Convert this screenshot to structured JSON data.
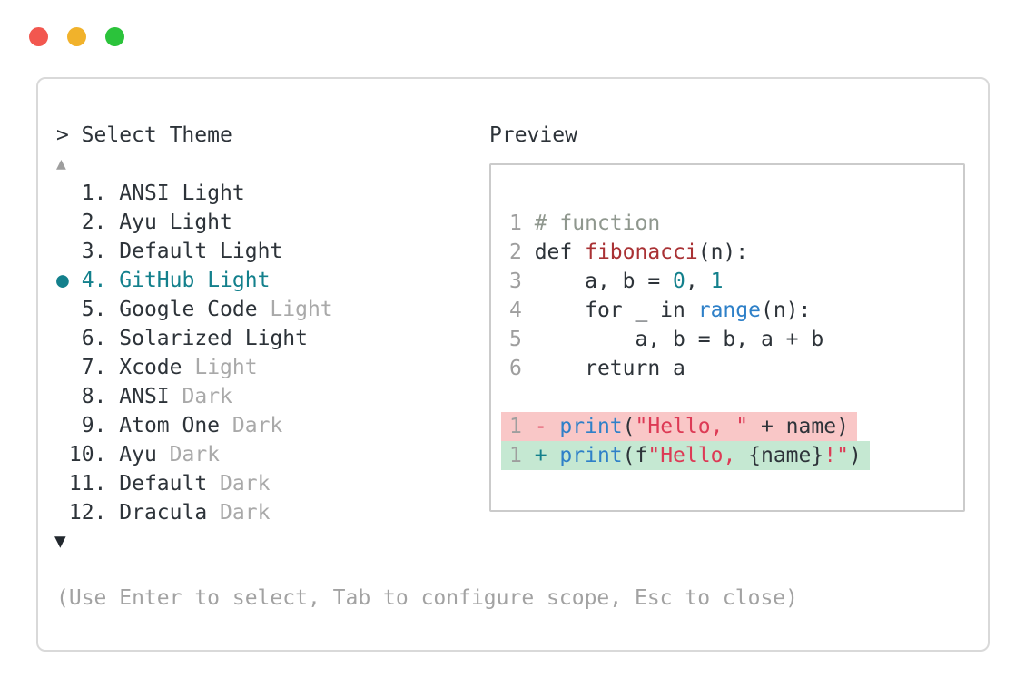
{
  "window": {
    "traffic_lights": [
      {
        "name": "close",
        "color": "#f2574f"
      },
      {
        "name": "minimize",
        "color": "#f1b22b"
      },
      {
        "name": "maximize",
        "color": "#2bc33b"
      }
    ]
  },
  "theme_picker": {
    "prompt_symbol": ">",
    "title": "Select Theme",
    "scroll_up_indicator": "▲",
    "scroll_down_indicator": "▼",
    "selected_bullet": "●",
    "items": [
      {
        "num": "1",
        "name": "ANSI",
        "variant": "Light",
        "variant_dim": false,
        "selected": false
      },
      {
        "num": "2",
        "name": "Ayu",
        "variant": "Light",
        "variant_dim": false,
        "selected": false
      },
      {
        "num": "3",
        "name": "Default",
        "variant": "Light",
        "variant_dim": false,
        "selected": false
      },
      {
        "num": "4",
        "name": "GitHub",
        "variant": "Light",
        "variant_dim": false,
        "selected": true
      },
      {
        "num": "5",
        "name": "Google Code",
        "variant": "Light",
        "variant_dim": true,
        "selected": false
      },
      {
        "num": "6",
        "name": "Solarized",
        "variant": "Light",
        "variant_dim": false,
        "selected": false
      },
      {
        "num": "7",
        "name": "Xcode",
        "variant": "Light",
        "variant_dim": true,
        "selected": false
      },
      {
        "num": "8",
        "name": "ANSI",
        "variant": "Dark",
        "variant_dim": true,
        "selected": false
      },
      {
        "num": "9",
        "name": "Atom One",
        "variant": "Dark",
        "variant_dim": true,
        "selected": false
      },
      {
        "num": "10",
        "name": "Ayu",
        "variant": "Dark",
        "variant_dim": true,
        "selected": false
      },
      {
        "num": "11",
        "name": "Default",
        "variant": "Dark",
        "variant_dim": true,
        "selected": false
      },
      {
        "num": "12",
        "name": "Dracula",
        "variant": "Dark",
        "variant_dim": true,
        "selected": false
      }
    ],
    "footer_hint": "(Use Enter to select, Tab to configure scope, Esc to close)"
  },
  "preview": {
    "label": "Preview",
    "code_lines": [
      {
        "type": "code",
        "num": "1",
        "segments": [
          {
            "t": "# function",
            "c": "comment"
          }
        ]
      },
      {
        "type": "code",
        "num": "2",
        "segments": [
          {
            "t": "def ",
            "c": "d"
          },
          {
            "t": "fibonacci",
            "c": "func"
          },
          {
            "t": "(n):",
            "c": "d"
          }
        ]
      },
      {
        "type": "code",
        "num": "3",
        "segments": [
          {
            "t": "    a, b = ",
            "c": "d"
          },
          {
            "t": "0",
            "c": "teal"
          },
          {
            "t": ", ",
            "c": "d"
          },
          {
            "t": "1",
            "c": "teal"
          }
        ]
      },
      {
        "type": "code",
        "num": "4",
        "segments": [
          {
            "t": "    for _ in ",
            "c": "d"
          },
          {
            "t": "range",
            "c": "blue"
          },
          {
            "t": "(n):",
            "c": "d"
          }
        ]
      },
      {
        "type": "code",
        "num": "5",
        "segments": [
          {
            "t": "        a, b = b, a + b",
            "c": "d"
          }
        ]
      },
      {
        "type": "code",
        "num": "6",
        "segments": [
          {
            "t": "    return a",
            "c": "d"
          }
        ]
      },
      {
        "type": "blank"
      },
      {
        "type": "diff-removed",
        "num": "1",
        "segments": [
          {
            "t": "- ",
            "c": "str"
          },
          {
            "t": "print",
            "c": "blue"
          },
          {
            "t": "(",
            "c": "d"
          },
          {
            "t": "\"Hello, \"",
            "c": "str"
          },
          {
            "t": " + name)",
            "c": "d"
          }
        ]
      },
      {
        "type": "diff-added",
        "num": "1",
        "segments": [
          {
            "t": "+ ",
            "c": "teal"
          },
          {
            "t": "print",
            "c": "blue"
          },
          {
            "t": "(f",
            "c": "d"
          },
          {
            "t": "\"Hello, ",
            "c": "str"
          },
          {
            "t": "{name}",
            "c": "d"
          },
          {
            "t": "!\"",
            "c": "str"
          },
          {
            "t": ")",
            "c": "d"
          }
        ]
      }
    ]
  },
  "colors": {
    "text": "#2d3339",
    "muted_gray": "#a2a2a2",
    "accent_teal": "#13808c",
    "comment_green_gray": "#8f978e",
    "function_red": "#a93134",
    "string_crimson": "#dd3a55",
    "keyword_blue": "#2e80c8",
    "diff_removed_bg": "#f9c7c7",
    "diff_added_bg": "#c5e8d2",
    "panel_border": "#d9d9d9",
    "preview_border": "#cbcbcb"
  }
}
